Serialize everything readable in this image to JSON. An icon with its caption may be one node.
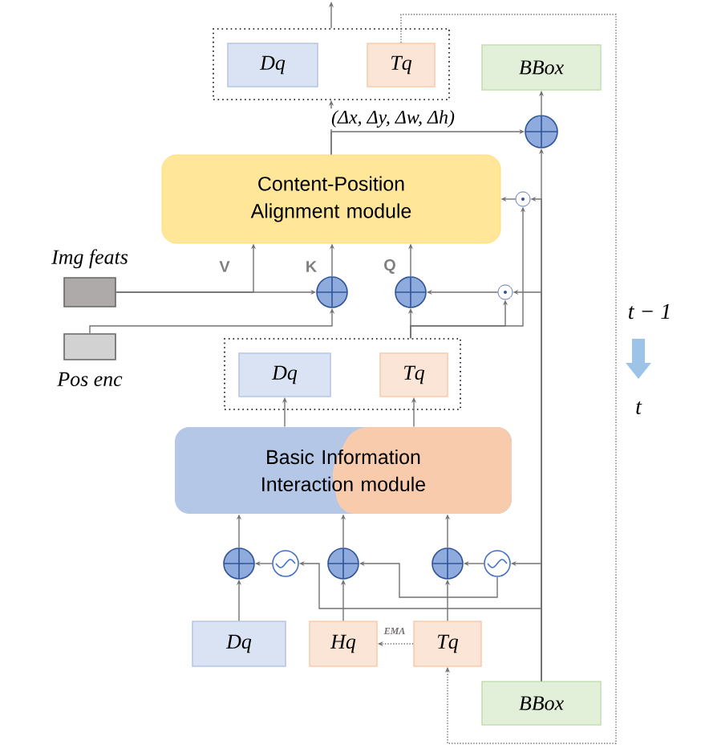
{
  "diagram": {
    "nodes": [
      {
        "text": [],
        "shape": "box"
      },
      {
        "text": [
          "Dq"
        ],
        "in": 0
      },
      {
        "text": [
          "Tq"
        ],
        "in": 0
      },
      {
        "text": [
          "BBox"
        ]
      },
      {
        "text": [],
        "shape": "circle"
      },
      {
        "text": [
          "Content-Position Alignment module"
        ]
      },
      {
        "text": [],
        "shape": "circle"
      },
      {
        "text": [
          "Img feats"
        ]
      },
      {
        "text": [
          "Pos enc"
        ]
      },
      {
        "text": [],
        "shape": "circle"
      },
      {
        "text": [],
        "shape": "circle"
      },
      {
        "text": [],
        "shape": "circle"
      },
      {
        "text": [],
        "shape": "box"
      },
      {
        "text": [
          "Dq"
        ],
        "in": 12
      },
      {
        "text": [
          "Tq"
        ],
        "in": 12
      },
      {
        "text": [
          "Basic Information Interaction module"
        ]
      },
      {
        "text": [],
        "shape": "circle"
      },
      {
        "text": [],
        "shape": "circle"
      },
      {
        "text": [],
        "shape": "circle"
      },
      {
        "text": [],
        "shape": "circle"
      },
      {
        "text": [],
        "shape": "circle"
      },
      {
        "text": [
          "Dq"
        ]
      },
      {
        "text": [
          "Hq"
        ]
      },
      {
        "text": [
          "Tq"
        ]
      },
      {
        "text": [
          "BBox"
        ]
      }
    ],
    "edges": [
      {
        "from": 0,
        "to": null,
        "arrow": "to"
      },
      {
        "from": 5,
        "to": 0,
        "arrow": "to"
      },
      {
        "from": 5,
        "to": 4,
        "arrow": "to",
        "label": "(Δx, Δy, Δw, Δh)"
      },
      {
        "from": 4,
        "to": 3,
        "arrow": "to"
      },
      {
        "from": 24,
        "to": 4,
        "arrow": "to"
      },
      {
        "from": 24,
        "to": 6,
        "arrow": "to"
      },
      {
        "from": 6,
        "to": 5,
        "arrow": "to"
      },
      {
        "from": 24,
        "to": 11,
        "arrow": "to"
      },
      {
        "from": 12,
        "to": 11,
        "arrow": "to"
      },
      {
        "from": 12,
        "to": 6,
        "arrow": "to"
      },
      {
        "from": 11,
        "to": 10,
        "arrow": "to"
      },
      {
        "from": 12,
        "to": 10,
        "arrow": "to"
      },
      {
        "from": 10,
        "to": 5,
        "arrow": "to",
        "label": "Q"
      },
      {
        "from": 9,
        "to": 5,
        "arrow": "to",
        "label": "K"
      },
      {
        "from": 7,
        "to": 5,
        "arrow": "to",
        "label": "V"
      },
      {
        "from": 7,
        "to": 9,
        "arrow": "to"
      },
      {
        "from": 8,
        "to": 9,
        "arrow": "to"
      },
      {
        "from": 15,
        "to": 13,
        "arrow": "to"
      },
      {
        "from": 15,
        "to": 14,
        "arrow": "to"
      },
      {
        "from": 16,
        "to": 15,
        "arrow": "to"
      },
      {
        "from": 18,
        "to": 15,
        "arrow": "to"
      },
      {
        "from": 19,
        "to": 15,
        "arrow": "to"
      },
      {
        "from": 21,
        "to": 16,
        "arrow": "to"
      },
      {
        "from": 17,
        "to": 16,
        "arrow": "to"
      },
      {
        "from": 24,
        "to": 17,
        "arrow": "to"
      },
      {
        "from": 22,
        "to": 18,
        "arrow": "to"
      },
      {
        "from": 20,
        "to": 18,
        "arrow": "to"
      },
      {
        "from": 23,
        "to": 19,
        "arrow": "to"
      },
      {
        "from": 20,
        "to": 19,
        "arrow": "to"
      },
      {
        "from": 24,
        "to": 20,
        "arrow": "to"
      },
      {
        "from": 23,
        "to": 22,
        "arrow": "to",
        "label": "EMA",
        "style": "dashed"
      },
      {
        "from": 2,
        "to": 23,
        "arrow": "to",
        "style": "dashed"
      }
    ],
    "labels": [
      "t − 1",
      "t"
    ]
  }
}
